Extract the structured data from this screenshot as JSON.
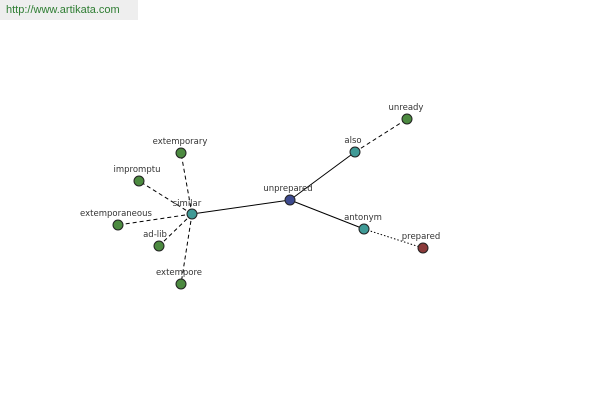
{
  "header": {
    "site_url": "http://www.artikata.com"
  },
  "graph": {
    "colors": {
      "center": "#3d4a8f",
      "relation": "#3f9a96",
      "word": "#4c8a40",
      "opposite": "#8b3a3a"
    },
    "nodes": [
      {
        "id": "unprepared",
        "label": "unprepared",
        "kind": "center"
      },
      {
        "id": "similar",
        "label": "similar",
        "kind": "relation"
      },
      {
        "id": "also",
        "label": "also",
        "kind": "relation"
      },
      {
        "id": "antonym",
        "label": "antonym",
        "kind": "relation"
      },
      {
        "id": "unready",
        "label": "unready",
        "kind": "word"
      },
      {
        "id": "prepared",
        "label": "prepared",
        "kind": "opposite"
      },
      {
        "id": "extemporary",
        "label": "extemporary",
        "kind": "word"
      },
      {
        "id": "impromptu",
        "label": "impromptu",
        "kind": "word"
      },
      {
        "id": "extemporaneous",
        "label": "extemporaneous",
        "kind": "word"
      },
      {
        "id": "ad-lib",
        "label": "ad-lib",
        "kind": "word"
      },
      {
        "id": "extempore",
        "label": "extempore",
        "kind": "word"
      }
    ],
    "edges": [
      {
        "from": "unprepared",
        "to": "similar",
        "style": "solid"
      },
      {
        "from": "unprepared",
        "to": "also",
        "style": "solid"
      },
      {
        "from": "unprepared",
        "to": "antonym",
        "style": "solid"
      },
      {
        "from": "also",
        "to": "unready",
        "style": "dashed"
      },
      {
        "from": "antonym",
        "to": "prepared",
        "style": "dotted"
      },
      {
        "from": "similar",
        "to": "extemporary",
        "style": "dashed"
      },
      {
        "from": "similar",
        "to": "impromptu",
        "style": "dashed"
      },
      {
        "from": "similar",
        "to": "extemporaneous",
        "style": "dashed"
      },
      {
        "from": "similar",
        "to": "ad-lib",
        "style": "dashed"
      },
      {
        "from": "similar",
        "to": "extempore",
        "style": "dashed"
      }
    ]
  }
}
